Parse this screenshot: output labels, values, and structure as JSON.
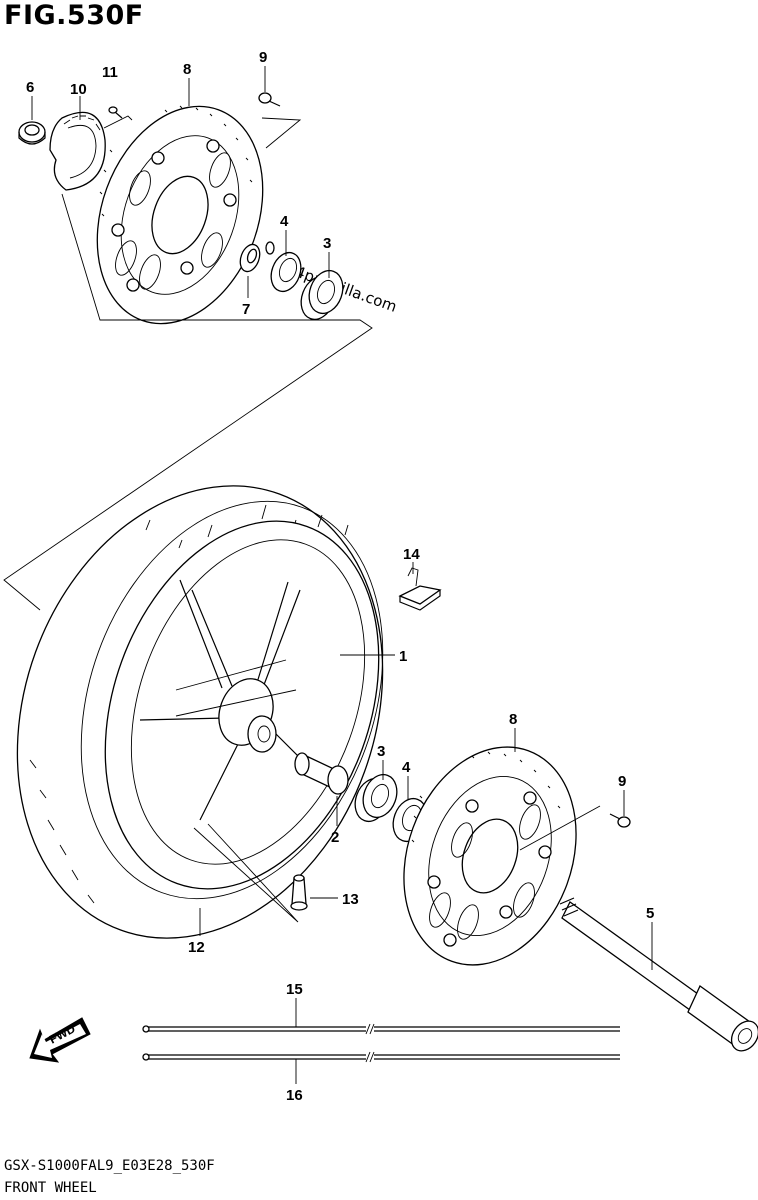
{
  "figure": {
    "title": "FIG.530F",
    "footer_code": "GSX-S1000FAL9_E03E28_530F",
    "footer_name": "FRONT WHEEL",
    "watermark": "4partzilla.com"
  },
  "direction_arrow": {
    "label": "FWD"
  },
  "callouts": [
    {
      "id": "c6",
      "label": "6"
    },
    {
      "id": "c10",
      "label": "10"
    },
    {
      "id": "c11",
      "label": "11"
    },
    {
      "id": "c8-top",
      "label": "8"
    },
    {
      "id": "c9-top",
      "label": "9"
    },
    {
      "id": "c4-top",
      "label": "4"
    },
    {
      "id": "c3-top",
      "label": "3"
    },
    {
      "id": "c7",
      "label": "7"
    },
    {
      "id": "c14",
      "label": "14"
    },
    {
      "id": "c1",
      "label": "1"
    },
    {
      "id": "c3-bot",
      "label": "3"
    },
    {
      "id": "c4-bot",
      "label": "4"
    },
    {
      "id": "c8-bot",
      "label": "8"
    },
    {
      "id": "c9-bot",
      "label": "9"
    },
    {
      "id": "c2",
      "label": "2"
    },
    {
      "id": "c13",
      "label": "13"
    },
    {
      "id": "c12",
      "label": "12"
    },
    {
      "id": "c5",
      "label": "5"
    },
    {
      "id": "c15",
      "label": "15"
    },
    {
      "id": "c16",
      "label": "16"
    }
  ]
}
